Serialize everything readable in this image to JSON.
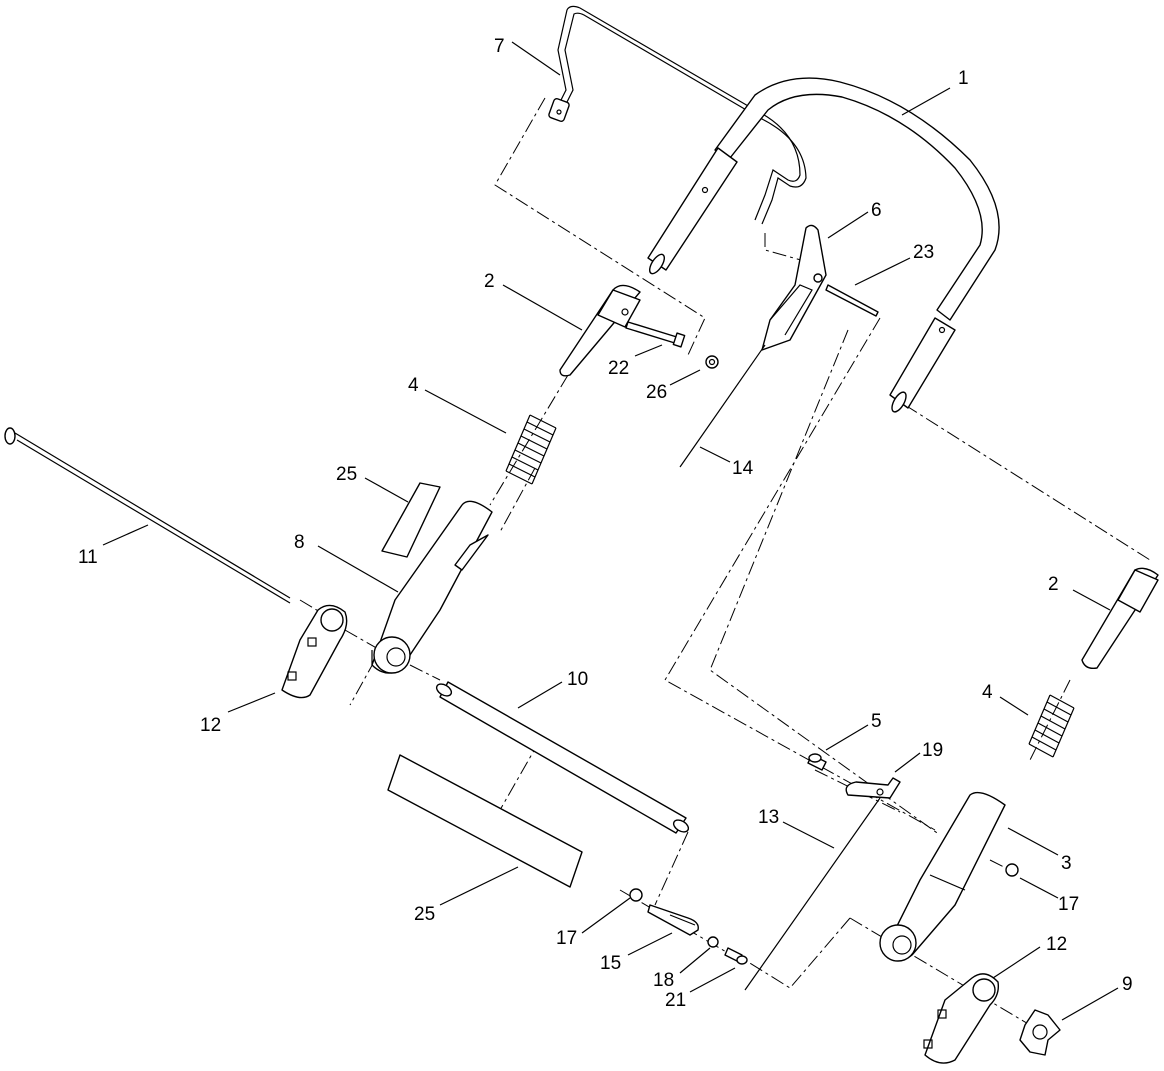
{
  "callouts": {
    "c1": "1",
    "c2a": "2",
    "c2b": "2",
    "c3": "3",
    "c4a": "4",
    "c4b": "4",
    "c5": "5",
    "c6": "6",
    "c7": "7",
    "c8": "8",
    "c9": "9",
    "c10": "10",
    "c11": "11",
    "c12a": "12",
    "c12b": "12",
    "c13": "13",
    "c14": "14",
    "c15": "15",
    "c17a": "17",
    "c17b": "17",
    "c18": "18",
    "c19": "19",
    "c21": "21",
    "c22": "22",
    "c23": "23",
    "c25a": "25",
    "c25b": "25",
    "c26": "26"
  }
}
